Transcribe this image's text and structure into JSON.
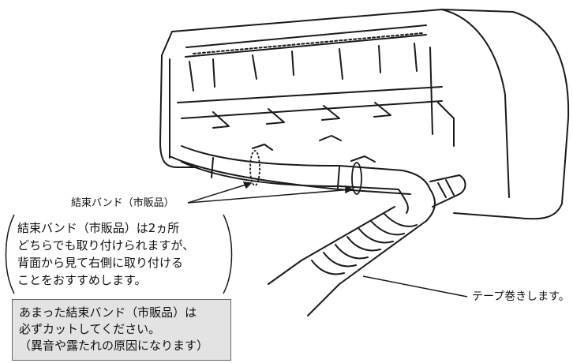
{
  "labels": {
    "band_label": "結束バンド（市販品）",
    "tape_label": "テープ巻きします。"
  },
  "note": {
    "lines": [
      "結束バンド（市販品）は2ヵ所",
      "どちらでも取り付けられますが、",
      "背面から見て右側に取り付ける",
      "ことをおすすめします。"
    ]
  },
  "warning": {
    "lines": [
      "あまった結束バンド（市販品）は",
      "必ずカットしてください。",
      "（異音や露たれの原因になります）"
    ]
  },
  "colors": {
    "line": "#1a1a1a",
    "warning_bg": "#e3e3e3"
  }
}
